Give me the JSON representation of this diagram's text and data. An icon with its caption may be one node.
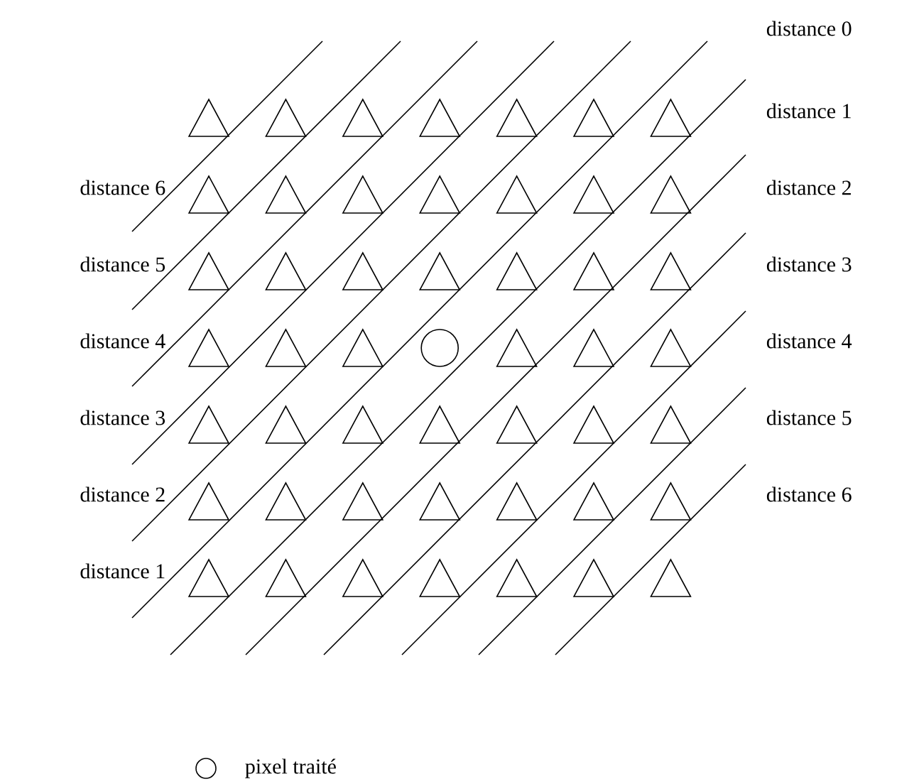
{
  "diagram": {
    "labels": [
      "distance 0",
      "distance 1",
      "distance 6",
      "distance 2",
      "distance 5",
      "distance 3",
      "distance 4",
      "distance 4",
      "distance 3",
      "distance 5",
      "distance 2",
      "distance 6",
      "distance 1"
    ],
    "legend": [
      {
        "text": "pixel traité"
      }
    ]
  }
}
